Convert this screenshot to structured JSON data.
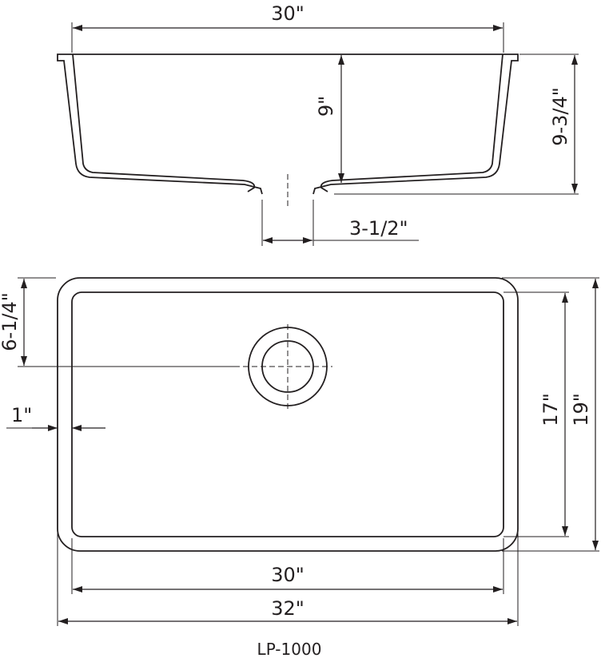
{
  "dimensions": {
    "top_width": "30\"",
    "inner_depth": "9\"",
    "overall_depth": "9-3/4\"",
    "drain_diameter": "3-1/2\"",
    "drain_offset": "6-1/4\"",
    "rim_width": "1\"",
    "inner_length": "17\"",
    "outer_length": "19\"",
    "inner_width": "30\"",
    "outer_width": "32\""
  },
  "model": "LP-1000"
}
